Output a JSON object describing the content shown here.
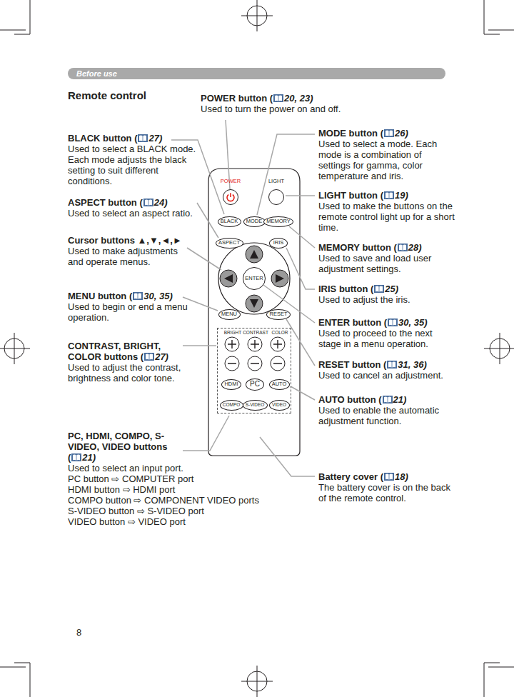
{
  "diagram": {
    "title": "Remote control",
    "nodes": [
      {
        "text": [
          "Before use"
        ]
      },
      {
        "text": [
          "POWER"
        ]
      },
      {
        "text": [
          "LIGHT"
        ]
      },
      {
        "text": [
          "BLACK"
        ]
      },
      {
        "text": [
          "MODE"
        ]
      },
      {
        "text": [
          "MEMORY"
        ]
      },
      {
        "text": [
          "ASPECT"
        ]
      },
      {
        "text": [
          "IRIS"
        ]
      },
      {
        "text": [
          "ENTER"
        ]
      },
      {
        "text": [
          "MENU"
        ]
      },
      {
        "text": [
          "RESET"
        ]
      },
      {
        "text": [
          "BRIGHT",
          "CONTRAST",
          "COLOR"
        ]
      },
      {
        "text": [
          "HDMI"
        ],
        "in": 11
      },
      {
        "text": [
          "PC"
        ],
        "in": 11
      },
      {
        "text": [
          "AUTO"
        ],
        "in": 11
      },
      {
        "text": [
          "COMPO"
        ],
        "in": 11
      },
      {
        "text": [
          "S-VIDEO"
        ],
        "in": 11
      },
      {
        "text": [
          "VIDEO"
        ],
        "in": 11
      }
    ],
    "labels": [
      "POWER button (",
      "20, 23)",
      "Used to turn the power on and off.",
      "BLACK button (",
      "27)",
      "Used to select a BLACK mode. Each mode adjusts the black setting to suit different conditions.",
      "MODE button (",
      "26)",
      "Used to select a mode. Each mode is a combination of settings for gamma, color temperature and iris.",
      "ASPECT button (",
      "24)",
      "Used to select an aspect ratio.",
      "LIGHT button (",
      "19)",
      "Used to make the buttons on the remote control light up for a short time.",
      "Cursor buttons ▲,▼,◄,►",
      "Used to make adjustments and operate menus.",
      "MEMORY button (",
      "28)",
      "Used to save and load user adjustment settings.",
      "IRIS button (",
      "25)",
      "Used to adjust the iris.",
      "MENU button (",
      "30, 35)",
      "Used to begin or end a menu operation.",
      "ENTER button (",
      "30, 35)",
      "Used to proceed to the next stage in a menu operation.",
      "CONTRAST, BRIGHT, COLOR buttons (",
      "27)",
      "Used to adjust the contrast, brightness and color tone.",
      "RESET button (",
      "31, 36)",
      "Used to cancel an adjustment.",
      "AUTO button (",
      "21)",
      "Used to enable the automatic adjustment function.",
      "PC, HDMI, COMPO, S-VIDEO, VIDEO buttons",
      "(",
      "21)",
      "Used to select an input port.",
      "PC button ⇨ COMPUTER port",
      "HDMI button ⇨ HDMI port",
      "COMPO button ⇨ COMPONENT VIDEO ports",
      "S-VIDEO button ⇨ S-VIDEO port",
      "VIDEO button ⇨ VIDEO port",
      "Battery cover (",
      "18)",
      "The battery cover is on the back of the remote control.",
      "8"
    ]
  }
}
